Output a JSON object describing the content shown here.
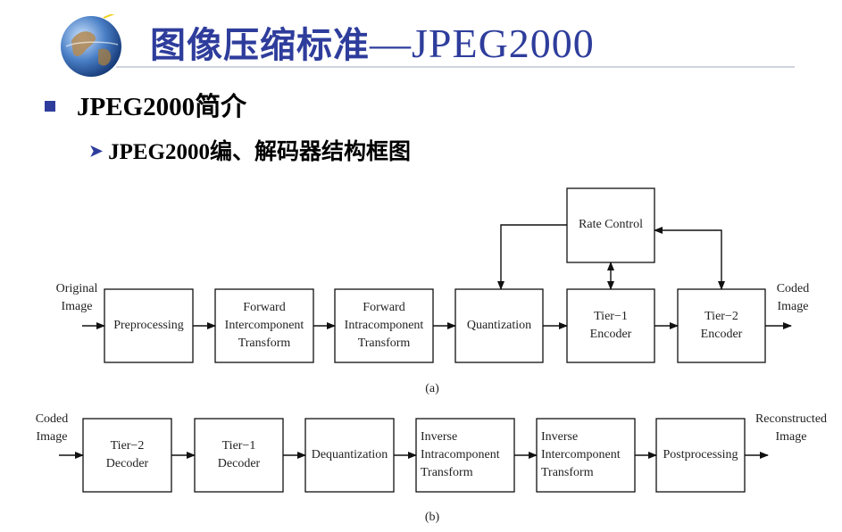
{
  "header": {
    "title_cn": "图像压缩标准",
    "title_dash": "—",
    "title_latin": "JPEG2000",
    "logo_icon": "globe-icon"
  },
  "bullets": {
    "level1": "JPEG2000简介",
    "level2": "JPEG2000编、解码器结构框图"
  },
  "diagram": {
    "encoder": {
      "input": [
        "Original",
        "Image"
      ],
      "output": [
        "Coded",
        "Image"
      ],
      "blocks": [
        [
          "Preprocessing"
        ],
        [
          "Forward",
          "Intercomponent",
          "Transform"
        ],
        [
          "Forward",
          "Intracomponent",
          "Transform"
        ],
        [
          "Quantization"
        ],
        [
          "Tier−1",
          "Encoder"
        ],
        [
          "Tier−2",
          "Encoder"
        ]
      ],
      "rate_control": "Rate Control",
      "caption": "(a)"
    },
    "decoder": {
      "input": [
        "Coded",
        "Image"
      ],
      "output": [
        "Reconstructed",
        "Image"
      ],
      "blocks": [
        [
          "Tier−2",
          "Decoder"
        ],
        [
          "Tier−1",
          "Decoder"
        ],
        [
          "Dequantization"
        ],
        [
          "Inverse",
          "Intracomponent",
          "Transform"
        ],
        [
          "Inverse",
          "Intercomponent",
          "Transform"
        ],
        [
          "Postprocessing"
        ]
      ],
      "caption": "(b)"
    }
  },
  "colors": {
    "accent": "#2e3d9c"
  }
}
